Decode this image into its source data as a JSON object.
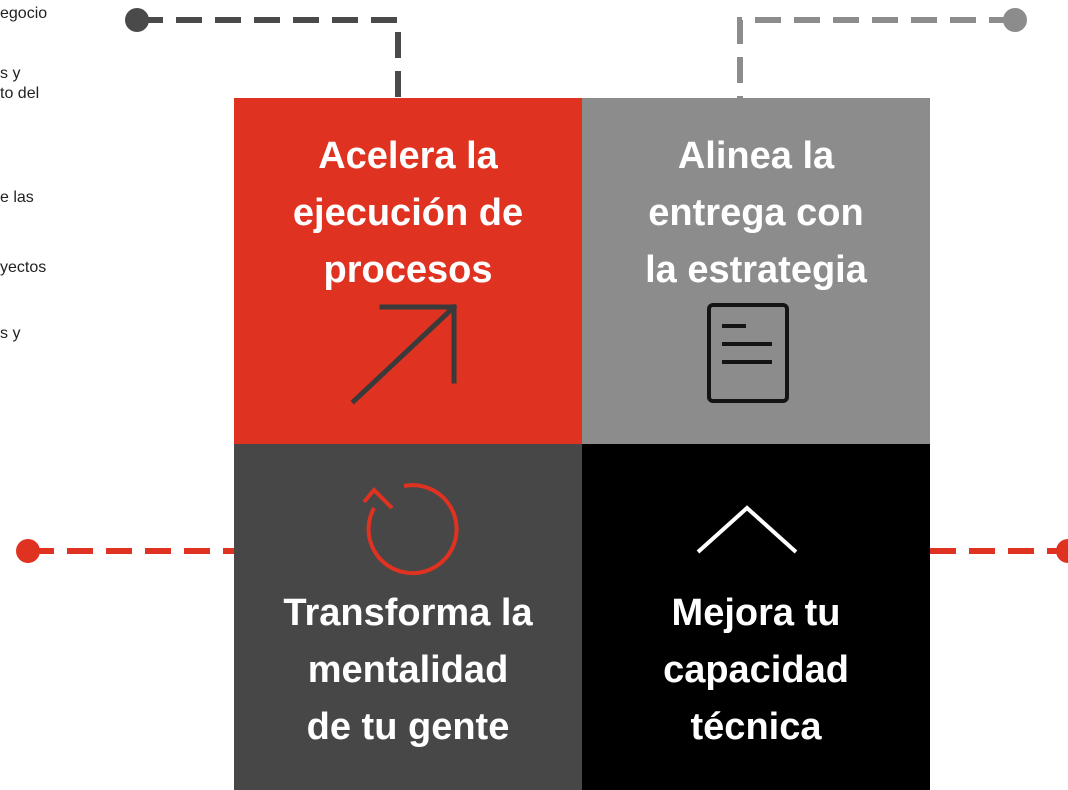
{
  "left_text_fragments": [
    "egocio",
    "s y",
    "to del",
    "e las",
    "yectos",
    "s y"
  ],
  "quadrants": [
    {
      "id": "accelerate",
      "lines": [
        "Acelera la",
        "ejecución de",
        "procesos"
      ],
      "icon": "arrow-up-right-icon",
      "bg": "#E03221",
      "text_color": "#FFFFFF"
    },
    {
      "id": "align",
      "lines": [
        "Alinea la",
        "entrega con",
        "la estrategia"
      ],
      "icon": "document-icon",
      "bg": "#8C8C8C",
      "text_color": "#FFFFFF"
    },
    {
      "id": "transform",
      "lines": [
        "Transforma la",
        "mentalidad",
        "de tu gente"
      ],
      "icon": "refresh-icon",
      "bg": "#474747",
      "text_color": "#FFFFFF"
    },
    {
      "id": "improve",
      "lines": [
        "Mejora tu",
        "capacidad",
        "técnica"
      ],
      "icon": "chevron-up-icon",
      "bg": "#000000",
      "text_color": "#FFFFFF"
    }
  ],
  "colors": {
    "red": "#E03221",
    "gray": "#8C8C8C",
    "dark_gray": "#474747",
    "connector_dark": "#4A4A4A",
    "connector_gray": "#8C8C8C"
  }
}
